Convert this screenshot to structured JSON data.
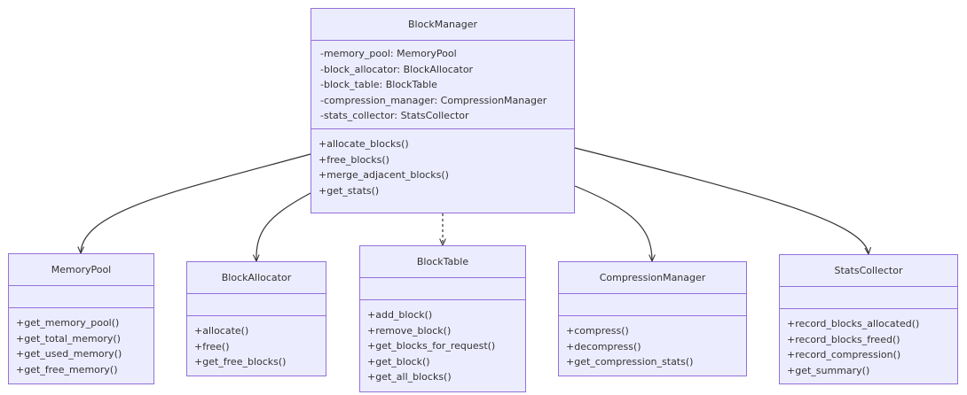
{
  "colors": {
    "fill": "#ececff",
    "stroke": "#9370db",
    "text": "#333333",
    "edge": "#333333"
  },
  "classes": {
    "block_manager": {
      "name": "BlockManager",
      "attributes": [
        "-memory_pool: MemoryPool",
        "-block_allocator: BlockAllocator",
        "-block_table: BlockTable",
        "-compression_manager: CompressionManager",
        "-stats_collector: StatsCollector"
      ],
      "methods": [
        "+allocate_blocks()",
        "+free_blocks()",
        "+merge_adjacent_blocks()",
        "+get_stats()"
      ]
    },
    "memory_pool": {
      "name": "MemoryPool",
      "attributes": [],
      "methods": [
        "+get_memory_pool()",
        "+get_total_memory()",
        "+get_used_memory()",
        "+get_free_memory()"
      ]
    },
    "block_allocator": {
      "name": "BlockAllocator",
      "attributes": [],
      "methods": [
        "+allocate()",
        "+free()",
        "+get_free_blocks()"
      ]
    },
    "block_table": {
      "name": "BlockTable",
      "attributes": [],
      "methods": [
        "+add_block()",
        "+remove_block()",
        "+get_blocks_for_request()",
        "+get_block()",
        "+get_all_blocks()"
      ]
    },
    "compression_manager": {
      "name": "CompressionManager",
      "attributes": [],
      "methods": [
        "+compress()",
        "+decompress()",
        "+get_compression_stats()"
      ]
    },
    "stats_collector": {
      "name": "StatsCollector",
      "attributes": [],
      "methods": [
        "+record_blocks_allocated()",
        "+record_blocks_freed()",
        "+record_compression()",
        "+get_summary()"
      ]
    }
  },
  "relationships": [
    {
      "from": "BlockManager",
      "to": "MemoryPool",
      "style": "solid"
    },
    {
      "from": "BlockManager",
      "to": "BlockAllocator",
      "style": "solid"
    },
    {
      "from": "BlockManager",
      "to": "BlockTable",
      "style": "dashed"
    },
    {
      "from": "BlockManager",
      "to": "CompressionManager",
      "style": "solid"
    },
    {
      "from": "BlockManager",
      "to": "StatsCollector",
      "style": "solid"
    }
  ]
}
